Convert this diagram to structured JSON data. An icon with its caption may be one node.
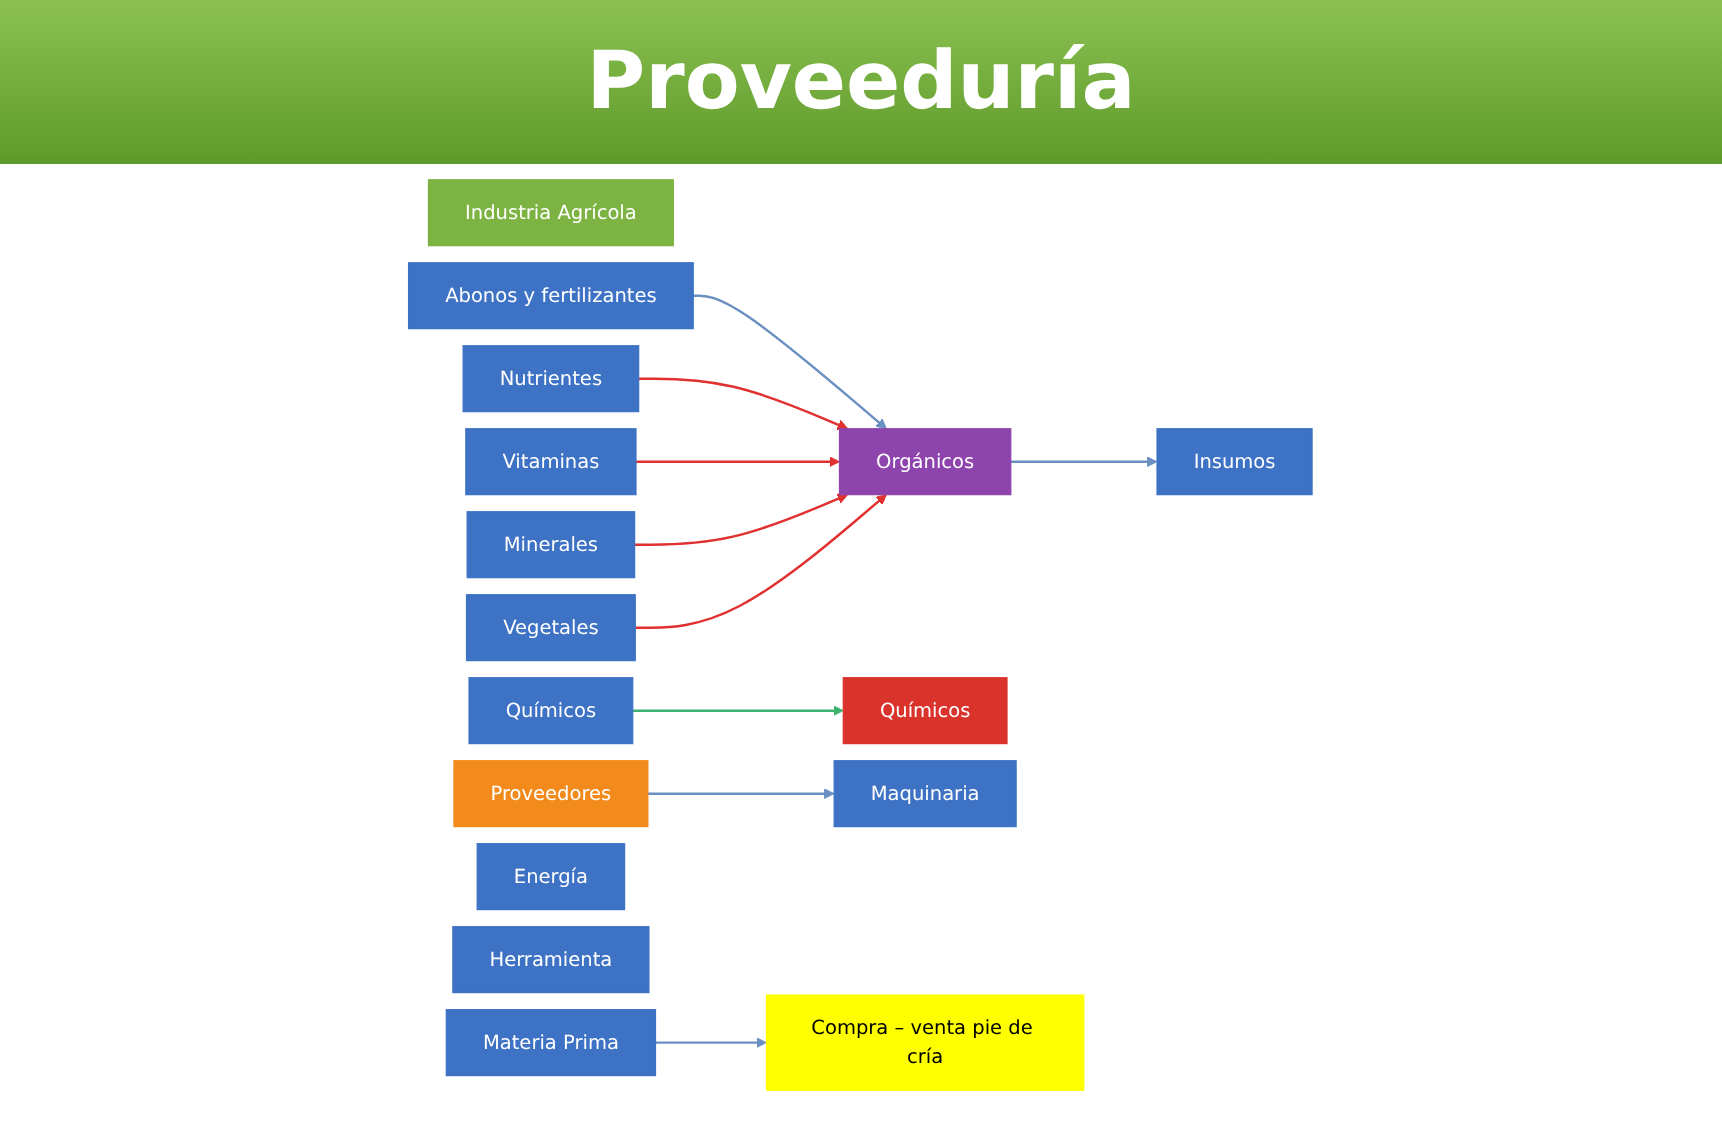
{
  "diagram": {
    "title": "Proveeduría",
    "nodes": [
      {
        "text": [
          "Industria Agrícola"
        ]
      },
      {
        "text": [
          "Proveedores"
        ]
      },
      {
        "text": [
          "Abonos y fertilizantes"
        ]
      },
      {
        "text": [
          "Químicos"
        ]
      },
      {
        "text": [
          "Nutrientes"
        ]
      },
      {
        "text": [
          "Vitaminas"
        ]
      },
      {
        "text": [
          "Minerales"
        ]
      },
      {
        "text": [
          "Vegetales"
        ]
      },
      {
        "text": [
          "Energía"
        ]
      },
      {
        "text": [
          "Orgánicos"
        ]
      },
      {
        "text": [
          "Químicos"
        ]
      },
      {
        "text": [
          "Maquinaria"
        ]
      },
      {
        "text": [
          "Herramienta"
        ]
      },
      {
        "text": [
          "Insumos"
        ]
      },
      {
        "text": [
          "Materia Prima"
        ]
      },
      {
        "text": [
          "Compra – venta pie de cría"
        ]
      }
    ],
    "edges": [
      {
        "from": 2,
        "to": 9,
        "arrow": "to",
        "color": "#6a8fc0"
      },
      {
        "from": 3,
        "to": 10,
        "arrow": "to",
        "color": "#3cb371"
      },
      {
        "from": 4,
        "to": 9,
        "arrow": "to",
        "color": "#e03030"
      },
      {
        "from": 5,
        "to": 9,
        "arrow": "to",
        "color": "#e03030"
      },
      {
        "from": 6,
        "to": 9,
        "arrow": "to",
        "color": "#e03030"
      },
      {
        "from": 7,
        "to": 9,
        "arrow": "to",
        "color": "#e03030"
      },
      {
        "from": 9,
        "to": 13,
        "arrow": "to",
        "color": "#6a8fc0"
      },
      {
        "from": 1,
        "to": 11,
        "arrow": "to",
        "color": "#6a8fc0"
      },
      {
        "from": 14,
        "to": 15,
        "arrow": "to",
        "color": "#6a8fc0"
      }
    ]
  }
}
